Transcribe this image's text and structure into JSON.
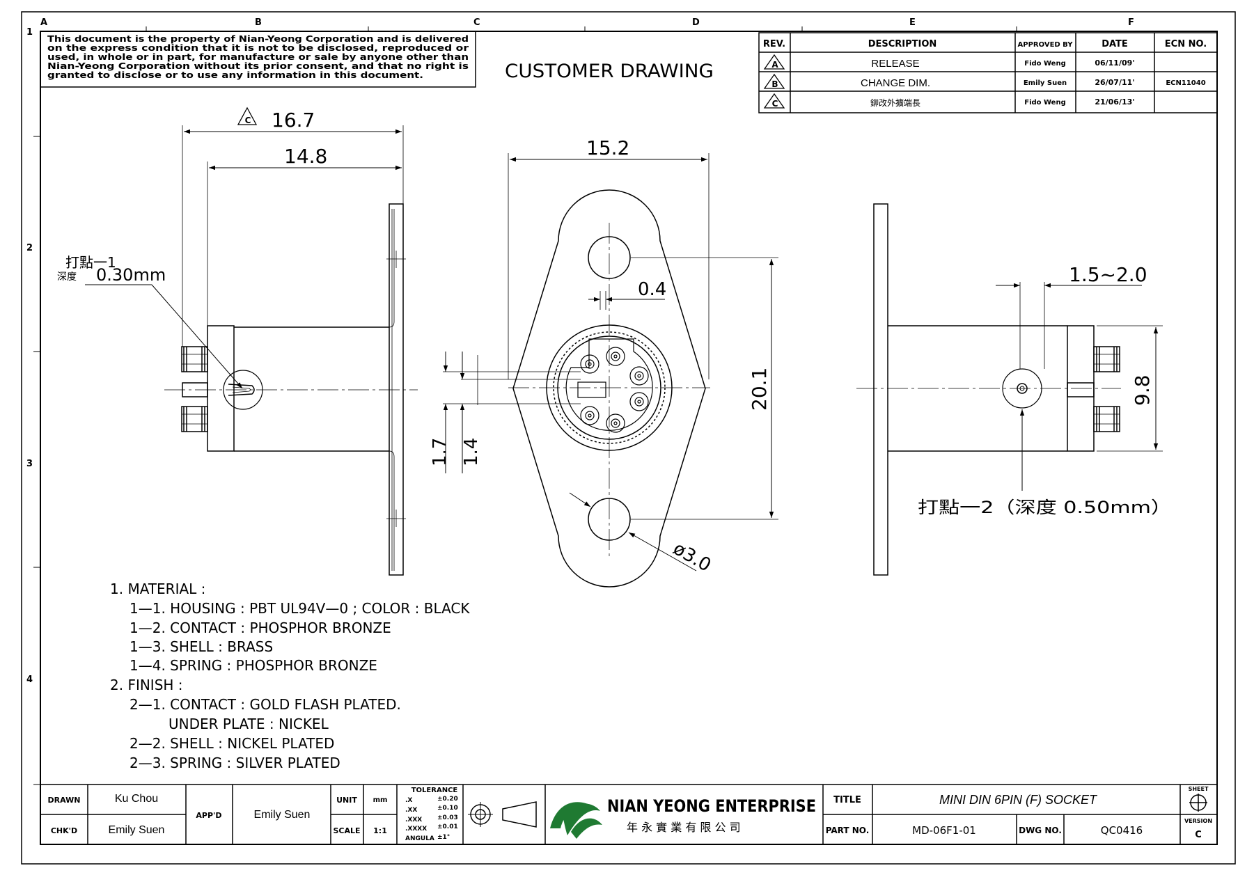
{
  "grid": {
    "columns": [
      "A",
      "B",
      "C",
      "D",
      "E",
      "F"
    ],
    "rows": [
      "1",
      "2",
      "3",
      "4"
    ]
  },
  "disclaimer": [
    "This document is the property of Nian-Yeong Corporation and is delivered",
    "on  the  express  condition that it is not to be disclosed, reproduced or",
    "used, in whole or in part, for manufacture or sale by anyone other than",
    "Nian-Yeong Corporation without  its prior consent, and that  no right  is",
    "granted to disclose or to use any information in this  document."
  ],
  "drawing_title": "CUSTOMER  DRAWING",
  "revision_table": {
    "headers": [
      "REV.",
      "DESCRIPTION",
      "APPROVED BY",
      "DATE",
      "ECN NO."
    ],
    "rows": [
      {
        "rev": "A",
        "description": "RELEASE",
        "approved": "Fido Weng",
        "date": "06/11/09'",
        "ecn": ""
      },
      {
        "rev": "B",
        "description": "CHANGE DIM.",
        "approved": "Emily Suen",
        "date": "26/07/11'",
        "ecn": "ECN11040"
      },
      {
        "rev": "C",
        "description": "鉚改外擴端長",
        "approved": "Fido Weng",
        "date": "21/06/13'",
        "ecn": ""
      }
    ]
  },
  "dimensions": {
    "d167": "16.7",
    "d167_rev": "C",
    "d148": "14.8",
    "d152": "15.2",
    "d04": "0.4",
    "d201": "20.1",
    "d17": "1.7",
    "d14": "1.4",
    "d30": "ø3.0",
    "d1520": "1.5~2.0",
    "d98": "9.8"
  },
  "callouts": {
    "punch1_label": "打點一1",
    "punch1_depth_label": "深度",
    "punch1_depth": "0.30mm",
    "punch2": "打點一2（深度  0.50mm）"
  },
  "notes": [
    "1.  MATERIAL  :",
    "1—1.  HOUSING  :  PBT  UL94V—0  ;  COLOR  :  BLACK",
    "1—2.  CONTACT  :  PHOSPHOR  BRONZE",
    "1—3.  SHELL  :  BRASS",
    "1—4.  SPRING  :  PHOSPHOR  BRONZE",
    "2.  FINISH  :",
    "2—1.  CONTACT  :  GOLD  FLASH  PLATED.",
    "UNDER  PLATE  :  NICKEL",
    "2—2.  SHELL  :  NICKEL  PLATED",
    "2—3.  SPRING  :  SILVER  PLATED"
  ],
  "title_block": {
    "drawn_label": "DRAWN",
    "drawn_name": "Ku Chou",
    "checked_label": "CHK'D",
    "checked_name": "Emily Suen",
    "approved_label": "APP'D",
    "approved_name": "Emily Suen",
    "unit_label": "UNIT",
    "unit_value": "mm",
    "scale_label": "SCALE",
    "scale_value": "1:1",
    "tolerance_title": "TOLERANCE",
    "tolerance_rows": [
      {
        "k": ".X",
        "v": "±0.20"
      },
      {
        "k": ".XX",
        "v": "±0.10"
      },
      {
        "k": ".XXX",
        "v": "±0.03"
      },
      {
        "k": ".XXXX",
        "v": "±0.01"
      },
      {
        "k": "ANGULA",
        "v": "±1°"
      }
    ],
    "company_name": "NIAN YEONG ENTERPRISE",
    "company_name_cn": "年 永 實 業 有 限 公 司",
    "title_label": "TITLE",
    "title_value": "MINI DIN 6PIN (F) SOCKET",
    "part_label": "PART NO.",
    "part_value": "MD-06F1-01",
    "dwg_label": "DWG NO.",
    "dwg_value": "QC0416",
    "sheet_label": "SHEET",
    "version_label": "VERSION",
    "version_value": "C"
  },
  "colors": {
    "ink": "#000000",
    "logo_green": "#1f7a32"
  }
}
